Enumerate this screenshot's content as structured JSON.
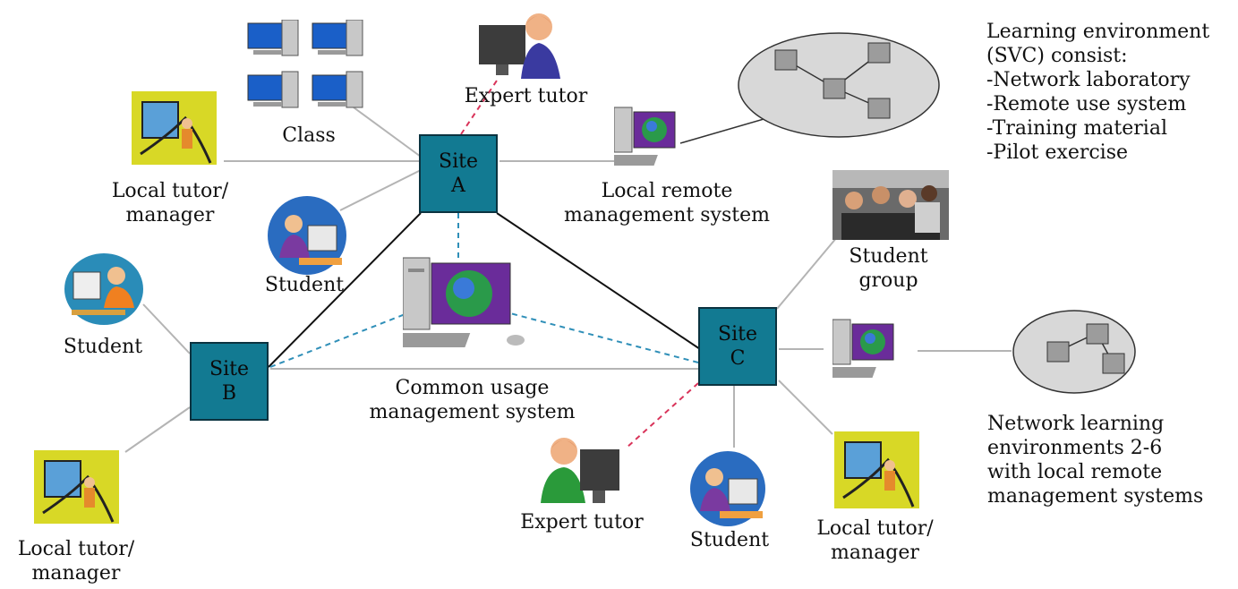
{
  "sites": {
    "a": "Site\nA",
    "b": "Site\nB",
    "c": "Site\nC"
  },
  "labels": {
    "expert_tutor_top": "Expert tutor",
    "class": "Class",
    "local_tutor_left": "Local tutor/\nmanager",
    "student_a": "Student",
    "local_remote_mgmt": "Local remote\nmanagement system",
    "student_left": "Student",
    "local_tutor_bottom_left": "Local tutor/\nmanager",
    "common_usage": "Common usage\nmanagement system",
    "student_group": "Student\ngroup",
    "expert_tutor_bottom": "Expert tutor",
    "student_c": "Student",
    "local_tutor_c": "Local tutor/\nmanager"
  },
  "notes": {
    "learning_env": "Learning environment\n(SVC) consist:\n-Network laboratory\n-Remote use system\n-Training material\n-Pilot exercise",
    "network_envs": "Network learning\nenvironments 2-6\nwith local remote\nmanagement systems"
  },
  "colors": {
    "site_fill": "#127a92",
    "dashed_red": "#d9345a",
    "dashed_blue": "#2f8fb8",
    "line_gray": "#b4b4b4",
    "line_black": "#111111",
    "cloud_fill": "#d8d8d8"
  },
  "icons": {
    "computer": "desktop-computer-globe-icon",
    "tutor": "tutor-at-computer-icon",
    "student": "student-at-computer-icon",
    "manager": "manager-clipart-icon",
    "group": "student-group-photo",
    "network": "network-cloud-icon"
  }
}
